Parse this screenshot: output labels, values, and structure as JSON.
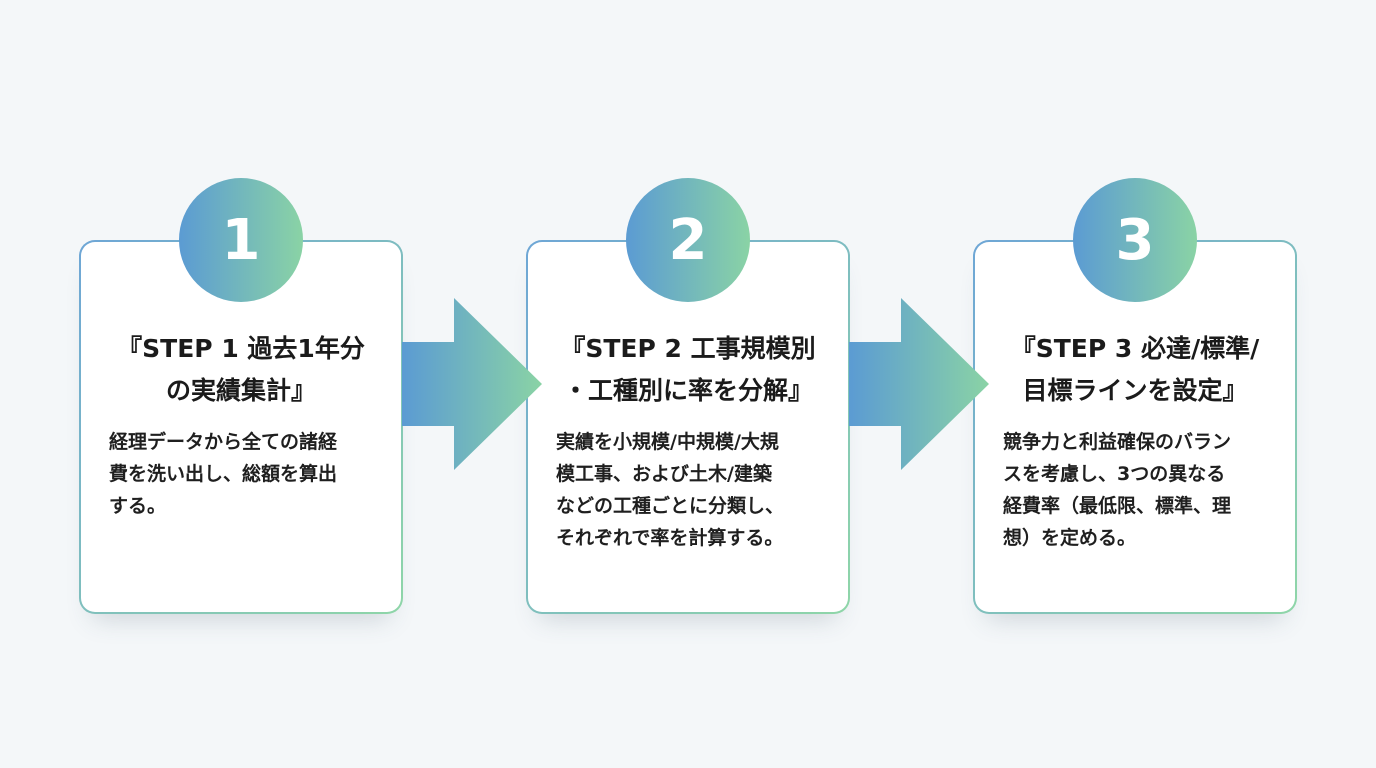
{
  "steps": [
    {
      "number": "1",
      "title": "『STEP 1 過去1年分\nの実績集計』",
      "description": "経理データから全ての諸経\n費を洗い出し、総額を算出\nする。"
    },
    {
      "number": "2",
      "title": "『STEP 2 工事規模別\n・工種別に率を分解』",
      "description": "実績を小規模/中規模/大規\n模工事、および土木/建築\nなどの工種ごとに分類し、\nそれぞれで率を計算する。"
    },
    {
      "number": "3",
      "title": "『STEP 3 必達/標準/\n目標ラインを設定』",
      "description": "競争力と利益確保のバラン\nスを考慮し、3つの異なる\n経費率（最低限、標準、理\n想）を定める。"
    }
  ],
  "colors": {
    "gradient_start": "#5b9bd3",
    "gradient_end": "#8ad3a5",
    "background": "#f4f7f9",
    "text": "#1b1b1b"
  }
}
